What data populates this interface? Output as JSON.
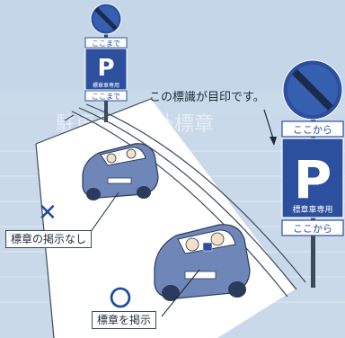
{
  "callout": "この標識が目印です。",
  "bad_label": "標章の掲示なし",
  "good_label": "標章を掲示",
  "bad_mark": "✕",
  "good_mark": "〇",
  "sign_small": {
    "top_plate": "ここまで",
    "letter": "P",
    "sub_plate": "標章車専用",
    "bottom_plate": "ここまで"
  },
  "sign_large": {
    "top_plate": "ここから",
    "letter": "P",
    "sub_plate": "標章車専用",
    "bottom_plate": "ここから"
  },
  "background_text": "駐車禁止除外標章",
  "colors": {
    "sign_blue": "#2c4f9e",
    "no_parking_red": "#2c4f9e",
    "mark_blue": "#1d4b9c",
    "car_blue": "#6f86b8",
    "background": "#c4d6e8"
  }
}
